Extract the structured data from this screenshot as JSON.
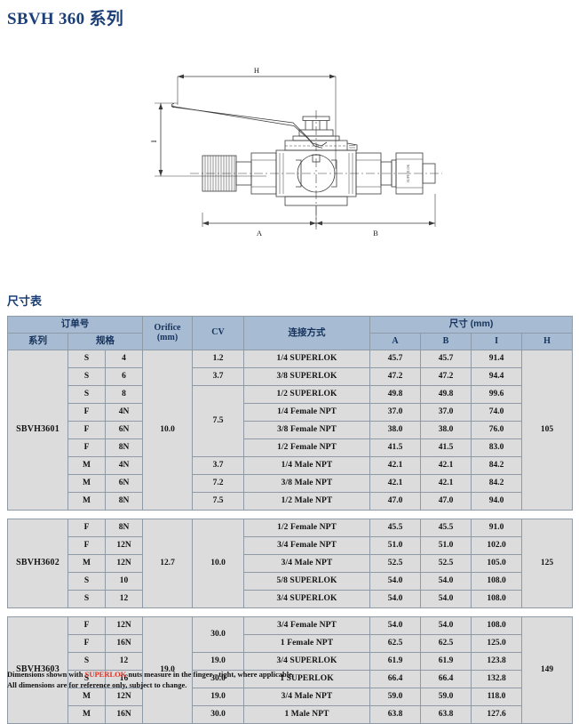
{
  "page_title": "SBVH 360 系列",
  "drawing": {
    "name": "ball-valve-assembly-drawing",
    "dimension_labels": {
      "h": "H",
      "i": "I",
      "a": "A",
      "b": "B"
    },
    "nut_marking": "SUPERLOK"
  },
  "section_heading": "尺寸表",
  "table": {
    "header_top": {
      "order_no": "订单号",
      "orifice": "Orifice",
      "orifice_unit": "(mm)",
      "cv": "CV",
      "connection": "连接方式",
      "dimensions": "尺寸 (mm)"
    },
    "header_sub": {
      "series": "系列",
      "spec": "规格",
      "a": "A",
      "b": "B",
      "i": "I",
      "h": "H"
    },
    "groups": [
      {
        "series": "SBVH3601",
        "orifice": "10.0",
        "h": "105",
        "rows": [
          {
            "type": "S",
            "size": "4",
            "cv": "1.2",
            "cv_span": 1,
            "connection": "1/4  SUPERLOK",
            "a": "45.7",
            "b": "45.7",
            "i": "91.4"
          },
          {
            "type": "S",
            "size": "6",
            "cv": "3.7",
            "cv_span": 1,
            "connection": "3/8  SUPERLOK",
            "a": "47.2",
            "b": "47.2",
            "i": "94.4"
          },
          {
            "type": "S",
            "size": "8",
            "cv": "7.5",
            "cv_span": 4,
            "connection": "1/2  SUPERLOK",
            "a": "49.8",
            "b": "49.8",
            "i": "99.6"
          },
          {
            "type": "F",
            "size": "4N",
            "cv": null,
            "cv_span": 0,
            "connection": "1/4  Female NPT",
            "a": "37.0",
            "b": "37.0",
            "i": "74.0"
          },
          {
            "type": "F",
            "size": "6N",
            "cv": null,
            "cv_span": 0,
            "connection": "3/8  Female NPT",
            "a": "38.0",
            "b": "38.0",
            "i": "76.0"
          },
          {
            "type": "F",
            "size": "8N",
            "cv": null,
            "cv_span": 0,
            "connection": "1/2  Female NPT",
            "a": "41.5",
            "b": "41.5",
            "i": "83.0"
          },
          {
            "type": "M",
            "size": "4N",
            "cv": "3.7",
            "cv_span": 1,
            "connection": "1/4  Male NPT",
            "a": "42.1",
            "b": "42.1",
            "i": "84.2"
          },
          {
            "type": "M",
            "size": "6N",
            "cv": "7.2",
            "cv_span": 1,
            "connection": "3/8  Male NPT",
            "a": "42.1",
            "b": "42.1",
            "i": "84.2"
          },
          {
            "type": "M",
            "size": "8N",
            "cv": "7.5",
            "cv_span": 1,
            "connection": "1/2  Male NPT",
            "a": "47.0",
            "b": "47.0",
            "i": "94.0"
          }
        ]
      },
      {
        "series": "SBVH3602",
        "orifice": "12.7",
        "h": "125",
        "rows": [
          {
            "type": "F",
            "size": "8N",
            "cv": "10.0",
            "cv_span": 5,
            "connection": "1/2  Female NPT",
            "a": "45.5",
            "b": "45.5",
            "i": "91.0"
          },
          {
            "type": "F",
            "size": "12N",
            "cv": null,
            "cv_span": 0,
            "connection": "3/4  Female NPT",
            "a": "51.0",
            "b": "51.0",
            "i": "102.0"
          },
          {
            "type": "M",
            "size": "12N",
            "cv": null,
            "cv_span": 0,
            "connection": "3/4  Male NPT",
            "a": "52.5",
            "b": "52.5",
            "i": "105.0"
          },
          {
            "type": "S",
            "size": "10",
            "cv": null,
            "cv_span": 0,
            "connection": "5/8  SUPERLOK",
            "a": "54.0",
            "b": "54.0",
            "i": "108.0"
          },
          {
            "type": "S",
            "size": "12",
            "cv": null,
            "cv_span": 0,
            "connection": "3/4  SUPERLOK",
            "a": "54.0",
            "b": "54.0",
            "i": "108.0"
          }
        ]
      },
      {
        "series": "SBVH3603",
        "orifice": "19.0",
        "h": "149",
        "rows": [
          {
            "type": "F",
            "size": "12N",
            "cv": "30.0",
            "cv_span": 2,
            "connection": "3/4  Female NPT",
            "a": "54.0",
            "b": "54.0",
            "i": "108.0"
          },
          {
            "type": "F",
            "size": "16N",
            "cv": null,
            "cv_span": 0,
            "connection": "1  Female NPT",
            "a": "62.5",
            "b": "62.5",
            "i": "125.0"
          },
          {
            "type": "S",
            "size": "12",
            "cv": "19.0",
            "cv_span": 1,
            "connection": "3/4  SUPERLOK",
            "a": "61.9",
            "b": "61.9",
            "i": "123.8"
          },
          {
            "type": "S",
            "size": "16",
            "cv": "30.0",
            "cv_span": 1,
            "connection": "1 SUPERLOK",
            "a": "66.4",
            "b": "66.4",
            "i": "132.8"
          },
          {
            "type": "M",
            "size": "12N",
            "cv": "19.0",
            "cv_span": 1,
            "connection": "3/4  Male NPT",
            "a": "59.0",
            "b": "59.0",
            "i": "118.0"
          },
          {
            "type": "M",
            "size": "16N",
            "cv": "30.0",
            "cv_span": 1,
            "connection": "1  Male NPT",
            "a": "63.8",
            "b": "63.8",
            "i": "127.6"
          }
        ]
      }
    ]
  },
  "footnotes": {
    "line1_pre": "Dimensions shown with ",
    "line1_hl": "SUPERLOK",
    "line1_post": " nuts measure in the finger - tight, where applicable.",
    "line2": "All dimensions are for reference only, subject to change."
  },
  "colors": {
    "title": "#1c3f77",
    "header_bg": "#a7bcd3",
    "cell_bg": "#dcdcdc",
    "border": "#8e9aa6",
    "highlight": "#e03127"
  }
}
